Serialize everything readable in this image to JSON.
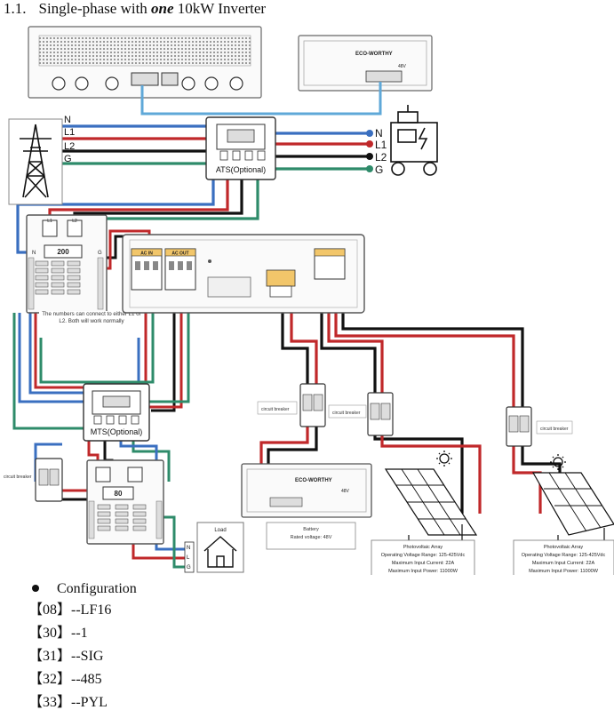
{
  "heading": {
    "number": "1.1.",
    "text_before": "Single-phase with ",
    "emphasis": "one",
    "text_after": " 10kW Inverter"
  },
  "diagram": {
    "grid_labels": [
      "N",
      "L1",
      "L2",
      "G"
    ],
    "generator_labels": [
      "N",
      "L1",
      "L2",
      "G"
    ],
    "ats_label": "ATS(Optional)",
    "mts_label": "MTS(Optional)",
    "main_panel_label": "200",
    "sub_panel_label": "80",
    "panel_note": "The numbers can connect to either L1 or L2. Both will work normally",
    "ac_in_label": "AC IN",
    "ac_out_label": "AC OUT",
    "battery_brand": "ECO-WORTHY",
    "battery_rating": "48V",
    "battery_note_title": "Battery",
    "battery_note_text": "Rated voltage: 48V",
    "breaker_label": "circuit breaker",
    "load_label": "Load",
    "load_terminals": [
      "N",
      "L",
      "G"
    ],
    "pv_array": {
      "title": "Photovoltaic Array",
      "voltage": "Operating Voltage Range: 125-425Vdc",
      "current": "Maximum Input Current: 22A",
      "power": "Maximum Input Power: 11000W"
    }
  },
  "configuration": {
    "title": "Configuration",
    "items": [
      {
        "code": "【08】",
        "value": "--LF16"
      },
      {
        "code": "【30】",
        "value": "--1"
      },
      {
        "code": "【31】",
        "value": "--SIG"
      },
      {
        "code": "【32】",
        "value": "--485"
      },
      {
        "code": "【33】",
        "value": "--PYL"
      }
    ]
  },
  "colors": {
    "neutral": "#3a6fc0",
    "line1": "#c0282a",
    "line2": "#111111",
    "ground": "#2e8b6a",
    "comm": "#5fa8d8"
  }
}
